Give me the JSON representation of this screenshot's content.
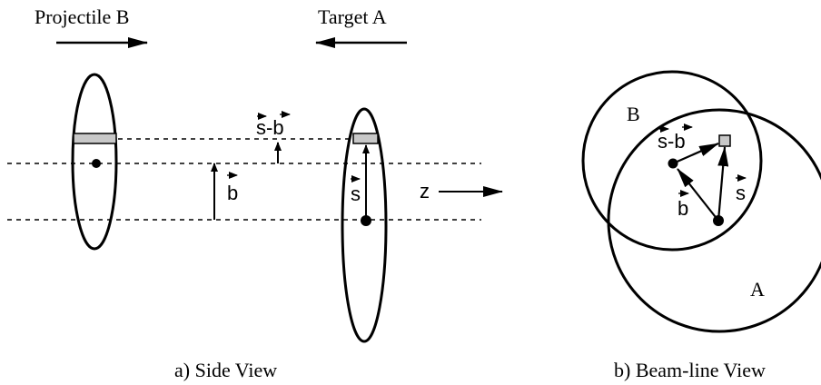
{
  "side_view": {
    "projectile_label": "Projectile B",
    "target_label": "Target A",
    "s_minus_b_label": "s-b",
    "b_label": "b",
    "s_label": "s",
    "z_label": "z",
    "caption": "a) Side View"
  },
  "beamline_view": {
    "circle_b_label": "B",
    "circle_a_label": "A",
    "s_minus_b_label": "s-b",
    "b_label": "b",
    "s_label": "s",
    "caption": "b) Beam-line View"
  },
  "colors": {
    "stroke": "#000000",
    "slab_fill": "#c8c8c8"
  }
}
